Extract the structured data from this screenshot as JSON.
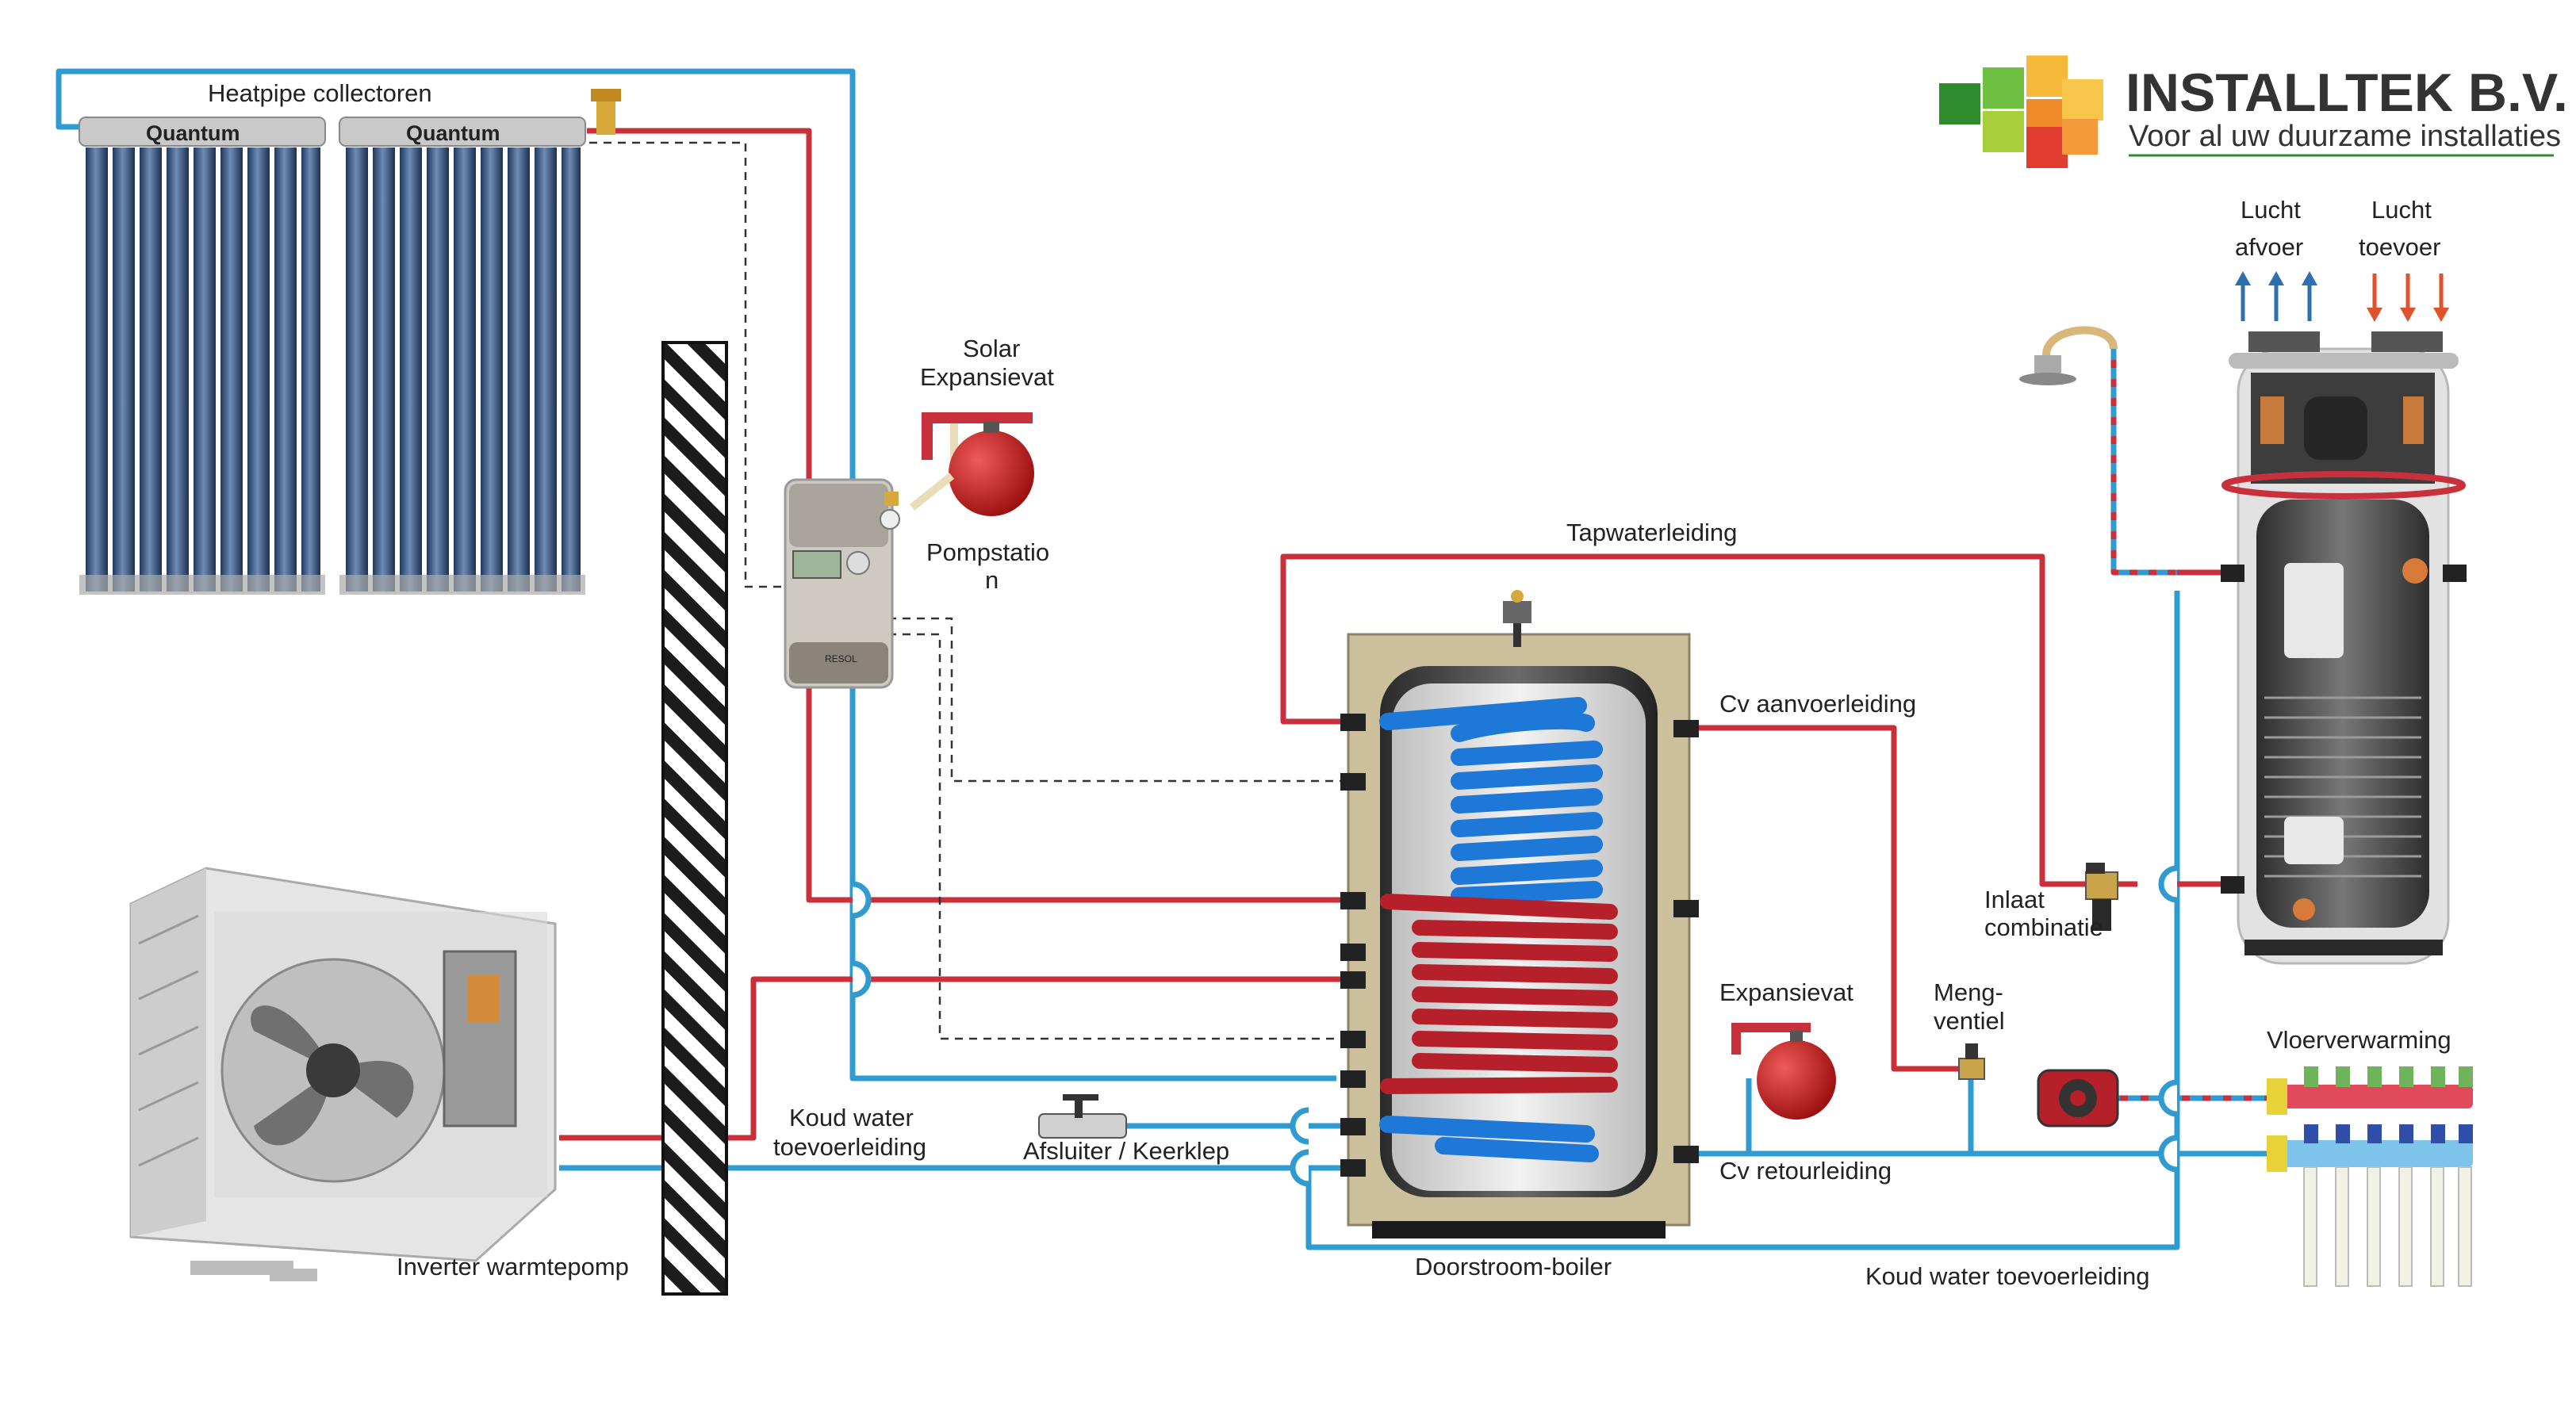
{
  "logo": {
    "brand": "INSTALLTEK B.V.",
    "tagline": "Voor al uw duurzame installaties"
  },
  "collectors": {
    "title": "Heatpipe collectoren",
    "panel_left": "Quantum",
    "panel_right": "Quantum"
  },
  "pump_station": {
    "expansion_line1": "Solar",
    "expansion_line2": "Expansievat",
    "label_line1": "Pompstatio",
    "label_line2": "n",
    "controller_text": "RESOL"
  },
  "pipes": {
    "tapwater": "Tapwaterleiding",
    "cv_supply": "Cv aanvoerleiding",
    "cv_return": "Cv retourleiding",
    "cold_in_line1": "Koud water",
    "cold_in_line2": "toevoerleiding",
    "cold_in_bottom": "Koud water toevoerleiding",
    "valve": "Afsluiter / Keerklep"
  },
  "components": {
    "heat_pump": "Inverter warmtepomp",
    "boiler": "Doorstroom-boiler",
    "expansion": "Expansievat",
    "mixing_line1": "Meng-",
    "mixing_line2": "ventiel",
    "inlet_line1": "Inlaat",
    "inlet_line2": "combinatie",
    "floor_heating": "Vloerverwarming"
  },
  "air": {
    "exhaust_line1": "Lucht",
    "exhaust_line2": "afvoer",
    "supply_line1": "Lucht",
    "supply_line2": "toevoer"
  },
  "colors": {
    "hot_pipe": "#c8313b",
    "cold_pipe": "#2f9bd1",
    "coil_blue": "#1e78d8",
    "coil_red": "#b5202a",
    "tank": "#3a3a3a"
  }
}
